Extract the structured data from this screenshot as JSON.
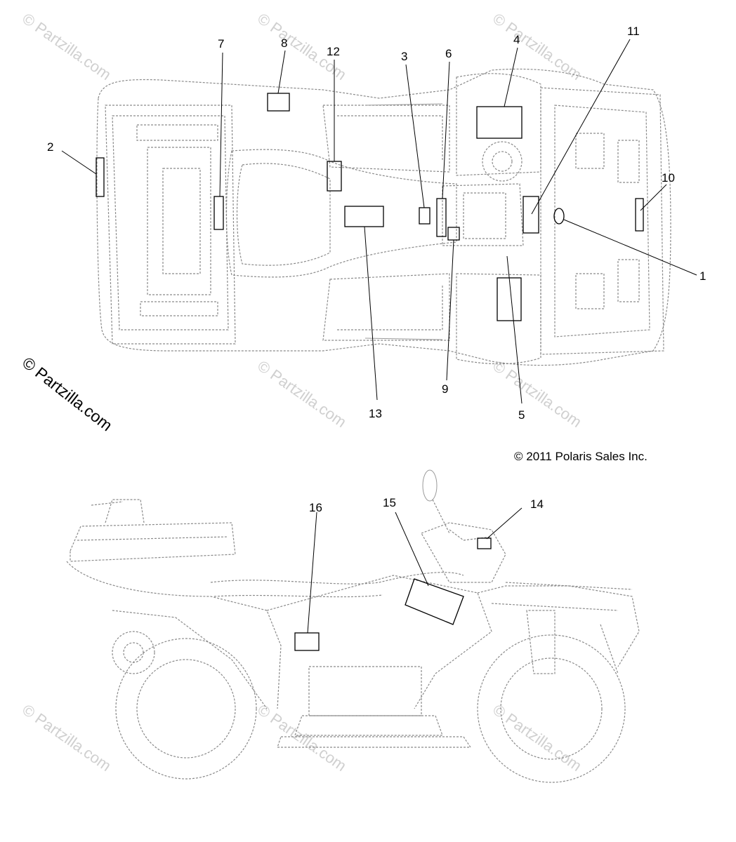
{
  "callouts": {
    "c1": "1",
    "c2": "2",
    "c3": "3",
    "c4": "4",
    "c5": "5",
    "c6": "6",
    "c7": "7",
    "c8": "8",
    "c9": "9",
    "c10": "10",
    "c11": "11",
    "c12": "12",
    "c13": "13",
    "c14": "14",
    "c15": "15",
    "c16": "16"
  },
  "copyright": "© 2011 Polaris Sales Inc.",
  "watermark": {
    "main": "© Partzilla.com",
    "faint": "© Partzilla.com"
  },
  "icons": {
    "top_view": "atv-top-view-outline",
    "side_view": "atv-side-view-outline"
  }
}
